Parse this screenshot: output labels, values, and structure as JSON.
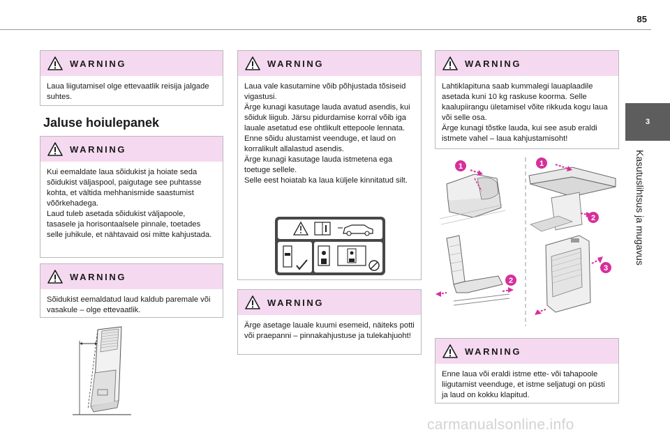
{
  "page": {
    "number": "85"
  },
  "sidebar": {
    "tab_number": "3",
    "chapter_title": "Kasutuslihtsus ja mugavus"
  },
  "column1": {
    "warning1": {
      "title": "WARNING",
      "text": "Laua liigutamisel olge ettevaatlik reisija jalgade suhtes."
    },
    "section_heading": "Jaluse hoiulepanek",
    "warning2": {
      "title": "WARNING",
      "text": "Kui eemaldate laua sõidukist ja hoiate seda sõidukist väljaspool, paigutage see puhtasse kohta, et vältida mehhanismide saastumist võõrkehadega.\nLaud tuleb asetada sõidukist väljapoole, tasasele ja horisontaalsele pinnale, toetades selle juhikule, et nähtavaid osi mitte kahjustada."
    },
    "warning3": {
      "title": "WARNING",
      "text": "Sõidukist eemaldatud laud kaldub paremale või vasakule – olge ettevaatlik."
    }
  },
  "column2": {
    "warning1": {
      "title": "WARNING",
      "text": "Laua vale kasutamine võib põhjustada tõsiseid vigastusi.\nÄrge kunagi kasutage lauda avatud asendis, kui sõiduk liigub. Järsu pidurdamise korral võib iga lauale asetatud ese ohtlikult ettepoole lennata.\nEnne sõidu alustamist veenduge, et laud on korralikult allalastud asendis.\nÄrge kunagi kasutage lauda istmetena ega toetuge sellele.\nSelle eest hoiatab ka laua küljele kinnitatud silt."
    },
    "warning2": {
      "title": "WARNING",
      "text": "Ärge asetage lauale kuumi esemeid, näiteks potti või praepanni – pinnakahjustuse ja tulekahjuoht!"
    }
  },
  "column3": {
    "warning1": {
      "title": "WARNING",
      "text": "Lahtiklapituna saab kummalegi lauaplaadile asetada kuni 10 kg raskuse koorma. Selle kaalupiirangu ületamisel võite rikkuda kogu laua või selle osa.\nÄrge kunagi tõstke lauda, kui see asub eraldi istmete vahel – laua kahjustamisoht!"
    },
    "warning2": {
      "title": "WARNING",
      "text": "Enne laua või eraldi istme ette- või tahapoole liigutamist veenduge, et istme seljatugi on püsti ja laud on kokku klapitud."
    },
    "figure_callouts": [
      "1",
      "1",
      "2",
      "2",
      "3"
    ]
  },
  "watermark": "carmanualsonline.info",
  "colors": {
    "warning_header": "#f5d9f0",
    "callout": "#d6309a",
    "tab": "#5d5d5d"
  }
}
